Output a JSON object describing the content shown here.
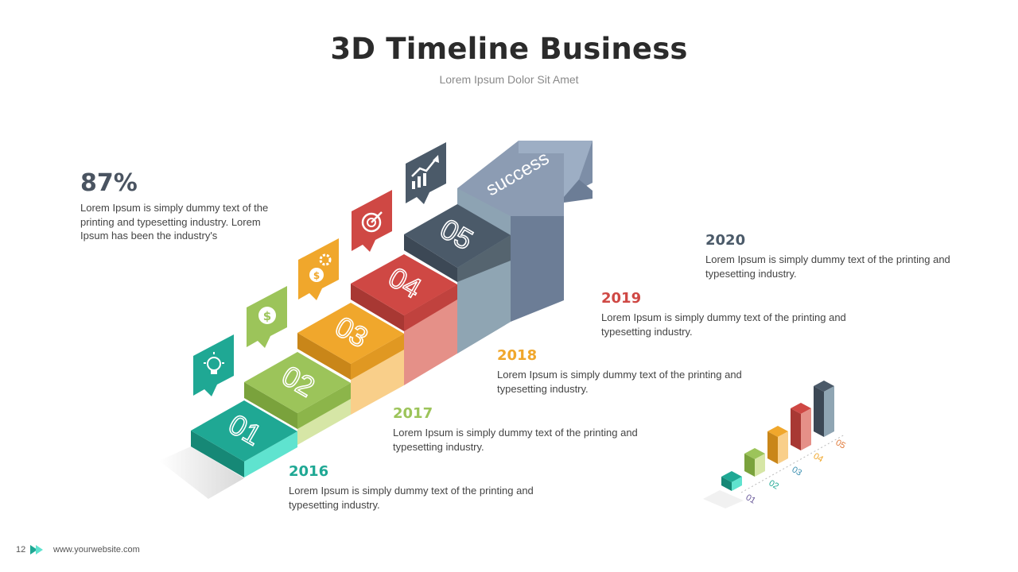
{
  "header": {
    "title": "3D Timeline Business",
    "subtitle": "Lorem Ipsum Dolor Sit Amet"
  },
  "stat": {
    "value": "87%",
    "text": "Lorem Ipsum is simply dummy text of the printing and typesetting industry. Lorem Ipsum has been the industry's"
  },
  "arrow": {
    "label": "success"
  },
  "steps": [
    {
      "num": "01",
      "color": "#1fa894",
      "icon": "lightbulb-icon"
    },
    {
      "num": "02",
      "color": "#9cc45a",
      "icon": "dollar-icon"
    },
    {
      "num": "03",
      "color": "#f0a72c",
      "icon": "gear-dollar-icon"
    },
    {
      "num": "04",
      "color": "#cf4844",
      "icon": "target-icon"
    },
    {
      "num": "05",
      "color": "#4b5a69",
      "icon": "growth-chart-icon"
    }
  ],
  "events": [
    {
      "year": "2016",
      "text": "Lorem Ipsum is simply dummy text of the printing and typesetting industry.",
      "color": "#1fa894"
    },
    {
      "year": "2017",
      "text": "Lorem Ipsum is simply dummy text of the printing and typesetting industry.",
      "color": "#9cc45a"
    },
    {
      "year": "2018",
      "text": "Lorem Ipsum is simply dummy text of the printing and typesetting industry.",
      "color": "#f0a72c"
    },
    {
      "year": "2019",
      "text": "Lorem Ipsum is simply dummy text of the printing and typesetting industry.",
      "color": "#cf4844"
    },
    {
      "year": "2020",
      "text": "Lorem Ipsum is simply dummy text of the printing and typesetting industry.",
      "color": "#4b5a69"
    }
  ],
  "mini_chart": {
    "labels": [
      "01",
      "02",
      "03",
      "04",
      "05"
    ]
  },
  "footer": {
    "page": "12",
    "website": "www.yourwebsite.com"
  }
}
